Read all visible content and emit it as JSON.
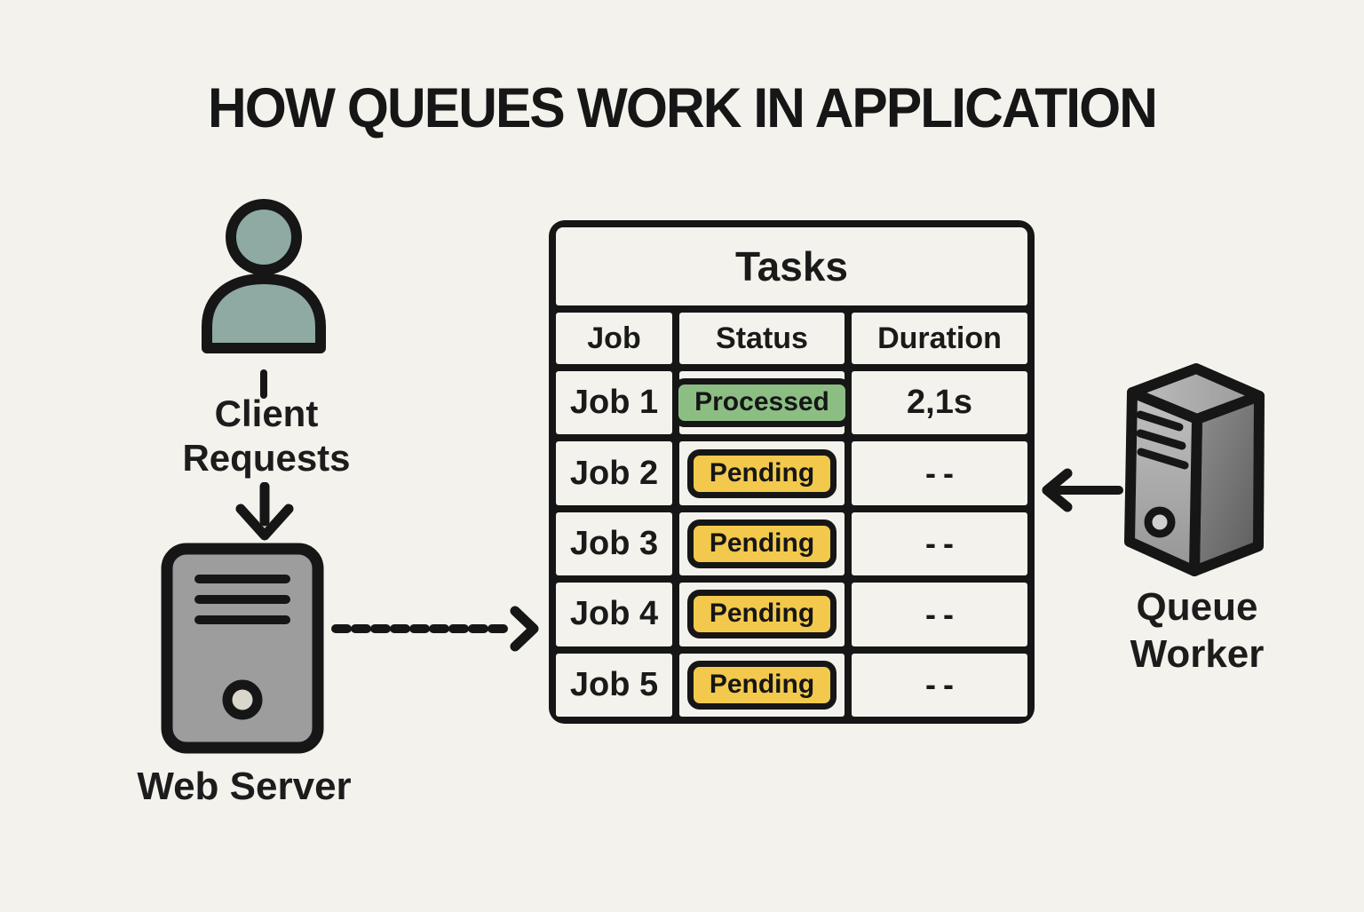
{
  "title": "HOW QUEUES WORK IN APPLICATION",
  "client": {
    "label_line1": "Client",
    "label_line2": "Requests"
  },
  "web_server": {
    "label": "Web Server"
  },
  "queue_worker": {
    "label_line1": "Queue",
    "label_line2": "Worker"
  },
  "table": {
    "title": "Tasks",
    "columns": [
      "Job",
      "Status",
      "Duration"
    ],
    "rows": [
      {
        "job": "Job 1",
        "status": "Processed",
        "status_color": "#8cbe84",
        "duration": "2,1s"
      },
      {
        "job": "Job 2",
        "status": "Pending",
        "status_color": "#f2c94c",
        "duration": "--"
      },
      {
        "job": "Job 3",
        "status": "Pending",
        "status_color": "#f2c94c",
        "duration": "--"
      },
      {
        "job": "Job 4",
        "status": "Pending",
        "status_color": "#f2c94c",
        "duration": "--"
      },
      {
        "job": "Job 5",
        "status": "Pending",
        "status_color": "#f2c94c",
        "duration": "--"
      }
    ]
  },
  "colors": {
    "background": "#f4f2ec",
    "ink": "#1a1a1a",
    "processed_green": "#8cbe84",
    "pending_yellow": "#f2c94c",
    "person_teal": "#8fa9a3",
    "server_gray": "#9d9d9d"
  }
}
